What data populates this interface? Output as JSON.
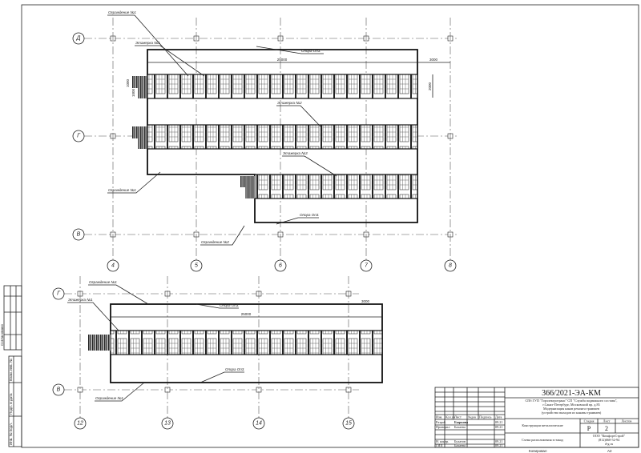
{
  "plan_top": {
    "rows": [
      "Д",
      "Г",
      "В"
    ],
    "columns": [
      "4",
      "5",
      "6",
      "7",
      "8"
    ],
    "labels": {
      "fence1": "Ограждение №1",
      "fence1b": "Ограждение №1",
      "fence2": "Ограждение №2",
      "stage1": "Этажерка №1",
      "stage2": "Этажерка №2",
      "stage3": "Этажерка №3",
      "support1": "Опора Оп3.",
      "support2": "Опора Оп3."
    },
    "dims": {
      "length": "25000",
      "offset": "3000",
      "width": "2000",
      "stair_w": "1000",
      "stair_h": "1000"
    }
  },
  "plan_bottom": {
    "rows": [
      "Г",
      "В"
    ],
    "columns": [
      "12",
      "13",
      "14",
      "15"
    ],
    "labels": {
      "fence1": "Ограждение №1",
      "fence1b": "Ограждение №1",
      "stage1": "Этажерка №1",
      "support1": "Опора Оп3.",
      "support2": "Опора Оп3."
    },
    "dims": {
      "length": "25000",
      "offset": "3000"
    }
  },
  "side_stamp": {
    "agreed": "Согласовано",
    "inv_replace": "Взам. инв. №",
    "sign_date": "Подп. и дата",
    "inv_orig": "Инв. № подл."
  },
  "title_block": {
    "code": "366/2021-ЭА-КМ",
    "customer_lines": [
      "СПб ГУП \"Горэлектротранс\" СП \"Служба подвижного состава\",",
      "г.Санкт-Петербург, Московский пр. д.83",
      "Модернизация канав ремонта трамваев",
      "(устройство выходов из канавы трамваев)"
    ],
    "headers": [
      "Изм.",
      "Кол.уч",
      "Лист",
      "№док",
      "Подпись",
      "Дата"
    ],
    "people": [
      {
        "role": "Разраб.",
        "name": "Быркова",
        "date": "09.21"
      },
      {
        "role": "Проверил",
        "name": "Бахаева",
        "date": "09.21"
      },
      {
        "role": "Н. контр.",
        "name": "Бухатов",
        "date": "09.21"
      },
      {
        "role": "ГИП",
        "name": "Бахаева",
        "date": "09.21"
      }
    ],
    "section": "Конструкции металлические",
    "sheet_title": "Схема расположения эстакад",
    "stage_label": "Стадия",
    "sheet_label": "Лист",
    "sheets_label": "Листов",
    "stage": "Р",
    "sheet": "2",
    "company": [
      "ООО \"КомфортСтрой\"",
      "(812)660-52-94",
      "d-g.ru"
    ],
    "copied": "Копировал",
    "format": "А2"
  }
}
